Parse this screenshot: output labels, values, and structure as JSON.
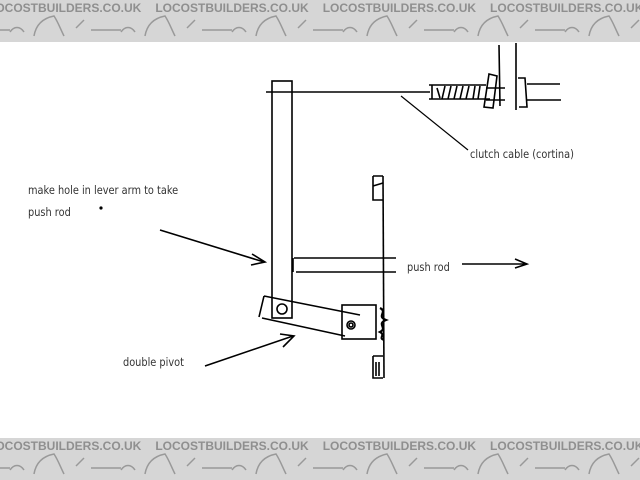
{
  "watermark": "LOCOSTBUILDERS.CO.UK",
  "colors": {
    "banner": "#d6d6d6",
    "watermark_text": "#8f8f8f",
    "ink": "#000000"
  },
  "labels": {
    "hole_line1": "make hole in lever arm to take",
    "hole_line2": "push rod",
    "clutch_cable": "clutch cable (cortina)",
    "push_rod": "push rod",
    "double_pivot": "double pivot"
  }
}
